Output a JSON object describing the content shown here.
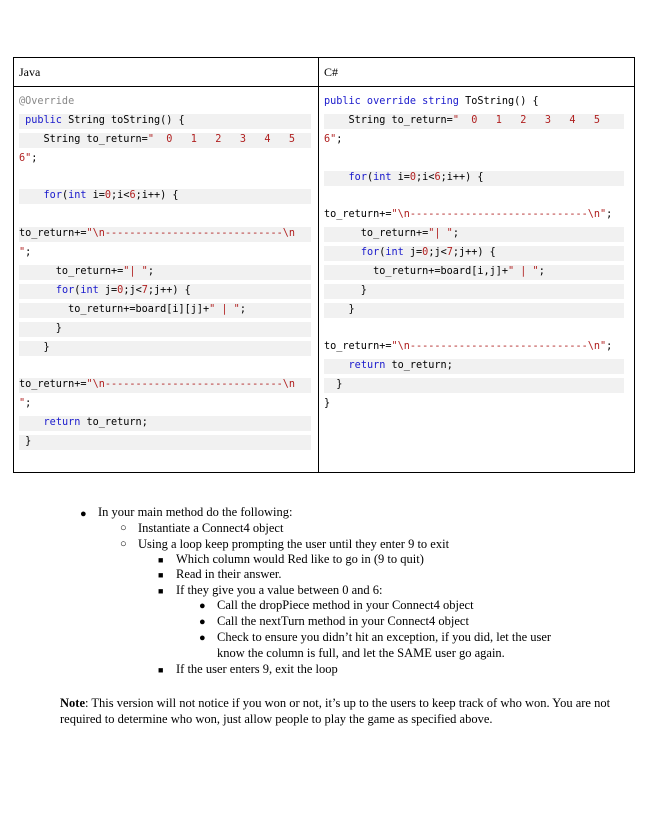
{
  "table": {
    "java_header": "Java",
    "cs_header": "C#",
    "java_lines": [
      [
        {
          "t": "@Override",
          "c": "a"
        }
      ],
      [
        {
          "t": " ",
          "c": "p"
        },
        {
          "t": "public",
          "c": "k"
        },
        {
          "t": " String toString() {",
          "c": "p"
        }
      ],
      [
        {
          "t": "    String to_return=",
          "c": "p"
        },
        {
          "t": "\"  0   1   2   3   4   5",
          "c": "s"
        }
      ],
      [
        {
          "t": "6\"",
          "c": "s"
        },
        {
          "t": ";",
          "c": "p"
        }
      ],
      [
        {
          "t": "    ",
          "c": "p"
        },
        {
          "t": "for",
          "c": "k"
        },
        {
          "t": "(",
          "c": "p"
        },
        {
          "t": "int",
          "c": "k"
        },
        {
          "t": " i=",
          "c": "p"
        },
        {
          "t": "0",
          "c": "s"
        },
        {
          "t": ";i<",
          "c": "p"
        },
        {
          "t": "6",
          "c": "s"
        },
        {
          "t": ";i++) {",
          "c": "p"
        }
      ],
      [
        {
          "t": "to_return+=",
          "c": "p"
        },
        {
          "t": "\"\\n-----------------------------\\n",
          "c": "s"
        }
      ],
      [
        {
          "t": "\"",
          "c": "s"
        },
        {
          "t": ";",
          "c": "p"
        }
      ],
      [
        {
          "t": "      to_return+=",
          "c": "p"
        },
        {
          "t": "\"| \"",
          "c": "s"
        },
        {
          "t": ";",
          "c": "p"
        }
      ],
      [
        {
          "t": "      ",
          "c": "p"
        },
        {
          "t": "for",
          "c": "k"
        },
        {
          "t": "(",
          "c": "p"
        },
        {
          "t": "int",
          "c": "k"
        },
        {
          "t": " j=",
          "c": "p"
        },
        {
          "t": "0",
          "c": "s"
        },
        {
          "t": ";j<",
          "c": "p"
        },
        {
          "t": "7",
          "c": "s"
        },
        {
          "t": ";j++) {",
          "c": "p"
        }
      ],
      [
        {
          "t": "        to_return+=board[i][j]+",
          "c": "p"
        },
        {
          "t": "\" | \"",
          "c": "s"
        },
        {
          "t": ";",
          "c": "p"
        }
      ],
      [
        {
          "t": "      }",
          "c": "p"
        }
      ],
      [
        {
          "t": "    }",
          "c": "p"
        }
      ],
      [
        {
          "t": "to_return+=",
          "c": "p"
        },
        {
          "t": "\"\\n-----------------------------\\n",
          "c": "s"
        }
      ],
      [
        {
          "t": "\"",
          "c": "s"
        },
        {
          "t": ";",
          "c": "p"
        }
      ],
      [
        {
          "t": "    ",
          "c": "p"
        },
        {
          "t": "return",
          "c": "k"
        },
        {
          "t": " to_return;",
          "c": "p"
        }
      ],
      [
        {
          "t": " }",
          "c": "p"
        }
      ]
    ],
    "cs_lines": [
      [
        {
          "t": "public override string",
          "c": "k"
        },
        {
          "t": " ToString() {",
          "c": "p"
        }
      ],
      [
        {
          "t": "    String to_return=",
          "c": "p"
        },
        {
          "t": "\"  0   1   2   3   4   5",
          "c": "s"
        }
      ],
      [
        {
          "t": "6\"",
          "c": "s"
        },
        {
          "t": ";",
          "c": "p"
        }
      ],
      [
        {
          "t": "    ",
          "c": "p"
        },
        {
          "t": "for",
          "c": "k"
        },
        {
          "t": "(",
          "c": "p"
        },
        {
          "t": "int",
          "c": "k"
        },
        {
          "t": " i=",
          "c": "p"
        },
        {
          "t": "0",
          "c": "s"
        },
        {
          "t": ";i<",
          "c": "p"
        },
        {
          "t": "6",
          "c": "s"
        },
        {
          "t": ";i++) {",
          "c": "p"
        }
      ],
      [
        {
          "t": "to_return+=",
          "c": "p"
        },
        {
          "t": "\"\\n-----------------------------\\n\"",
          "c": "s"
        },
        {
          "t": ";",
          "c": "p"
        }
      ],
      [
        {
          "t": "      to_return+=",
          "c": "p"
        },
        {
          "t": "\"| \"",
          "c": "s"
        },
        {
          "t": ";",
          "c": "p"
        }
      ],
      [
        {
          "t": "      ",
          "c": "p"
        },
        {
          "t": "for",
          "c": "k"
        },
        {
          "t": "(",
          "c": "p"
        },
        {
          "t": "int",
          "c": "k"
        },
        {
          "t": " j=",
          "c": "p"
        },
        {
          "t": "0",
          "c": "s"
        },
        {
          "t": ";j<",
          "c": "p"
        },
        {
          "t": "7",
          "c": "s"
        },
        {
          "t": ";j++) {",
          "c": "p"
        }
      ],
      [
        {
          "t": "        to_return+=board[i,j]+",
          "c": "p"
        },
        {
          "t": "\" | \"",
          "c": "s"
        },
        {
          "t": ";",
          "c": "p"
        }
      ],
      [
        {
          "t": "      }",
          "c": "p"
        }
      ],
      [
        {
          "t": "    }",
          "c": "p"
        }
      ],
      [
        {
          "t": "to_return+=",
          "c": "p"
        },
        {
          "t": "\"\\n-----------------------------\\n\"",
          "c": "s"
        },
        {
          "t": ";",
          "c": "p"
        }
      ],
      [
        {
          "t": "    ",
          "c": "p"
        },
        {
          "t": "return",
          "c": "k"
        },
        {
          "t": " to_return;",
          "c": "p"
        }
      ],
      [
        {
          "t": "  }",
          "c": "p"
        }
      ],
      [
        {
          "t": "}",
          "c": "p"
        }
      ]
    ]
  },
  "instructions": {
    "main": "In your main method do the following:",
    "sub1": "Instantiate a Connect4 object",
    "sub2": "Using a loop keep prompting the user until they enter 9 to exit",
    "sq1": "Which column would Red like to go in (9 to quit)",
    "sq2": "Read in their answer.",
    "sq3": "If they give you a value between 0 and 6:",
    "b1": "Call the dropPiece method in your Connect4 object",
    "b2": "Call the nextTurn method in your Connect4 object",
    "b3a": "Check to ensure you didn’t hit an exception, if you did, let the user",
    "b3b": "know the column is full, and let the SAME user go again.",
    "sq4": "If the user enters 9, exit the loop"
  },
  "note": {
    "label": "Note",
    "text": ":  This version will not notice if you won or not, it’s up to the users to keep track of who won. You are not required to determine who won, just allow people to play the game as specified above."
  }
}
